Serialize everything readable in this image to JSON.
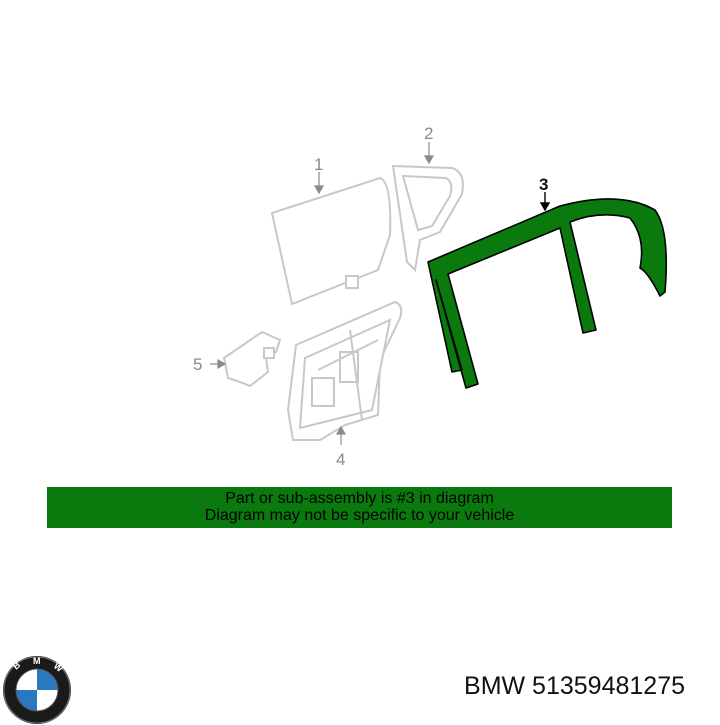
{
  "diagram": {
    "callouts": [
      {
        "id": "1",
        "label": "1"
      },
      {
        "id": "2",
        "label": "2"
      },
      {
        "id": "3",
        "label": "3"
      },
      {
        "id": "4",
        "label": "4"
      },
      {
        "id": "5",
        "label": "5"
      }
    ],
    "highlighted_callout": "3",
    "colors": {
      "highlight": "#0a7a0e",
      "outline": "#c8c8c8",
      "banner": "#0a7a0e"
    }
  },
  "banner": {
    "line1": "Part or sub-assembly is #3 in diagram",
    "line2": "Diagram may not be specific to your vehicle"
  },
  "footer": {
    "brand_logo_text": "BMW",
    "part_number": "BMW 51359481275"
  }
}
